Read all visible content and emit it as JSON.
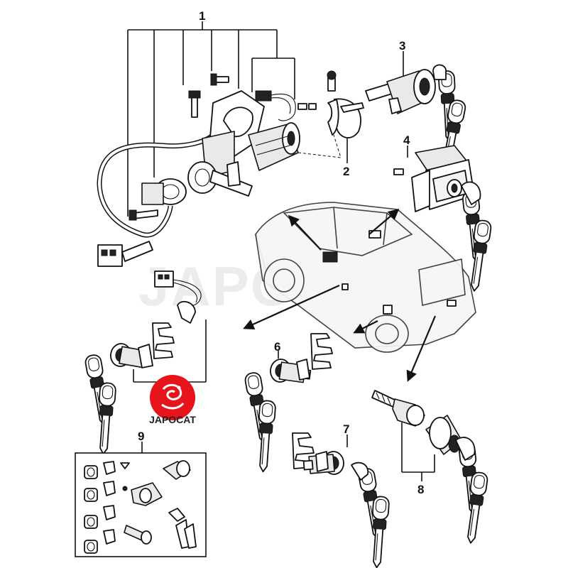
{
  "callouts": {
    "c1": "1",
    "c2": "2",
    "c3": "3",
    "c4": "4",
    "c6": "6",
    "c7": "7",
    "c8": "8",
    "c9": "9"
  },
  "watermark": {
    "text": "JAPOCAT"
  },
  "logo": {
    "text": "JAPOCAT",
    "color": "#e8141b"
  }
}
